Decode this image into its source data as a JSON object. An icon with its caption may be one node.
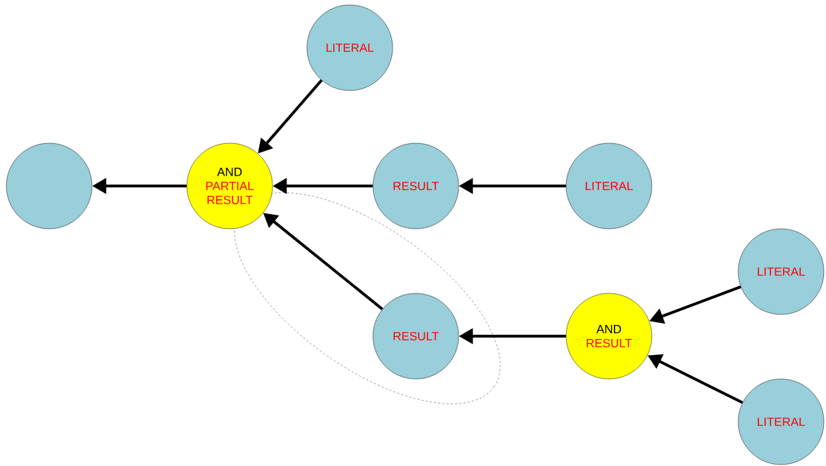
{
  "diagram": {
    "nodes": [
      {
        "text": [],
        "shape": "circle"
      },
      {
        "text": [
          "LITERAL"
        ]
      },
      {
        "text": [
          "AND",
          "PARTIAL RESULT"
        ]
      },
      {
        "text": [
          "RESULT"
        ]
      },
      {
        "text": [
          "LITERAL"
        ]
      },
      {
        "text": [
          "LITERAL"
        ]
      },
      {
        "text": [
          "RESULT"
        ]
      },
      {
        "text": [
          "AND",
          "RESULT"
        ]
      },
      {
        "text": [
          "LITERAL"
        ]
      }
    ],
    "edges": [
      {
        "from": 2,
        "to": 0,
        "arrow": "to"
      },
      {
        "from": 1,
        "to": 2,
        "arrow": "to"
      },
      {
        "from": 3,
        "to": 2,
        "arrow": "to"
      },
      {
        "from": 4,
        "to": 3,
        "arrow": "to"
      },
      {
        "from": 6,
        "to": 2,
        "arrow": "to"
      },
      {
        "from": 7,
        "to": 6,
        "arrow": "to"
      },
      {
        "from": 5,
        "to": 7,
        "arrow": "to"
      },
      {
        "from": 8,
        "to": 7,
        "arrow": "to"
      }
    ]
  }
}
